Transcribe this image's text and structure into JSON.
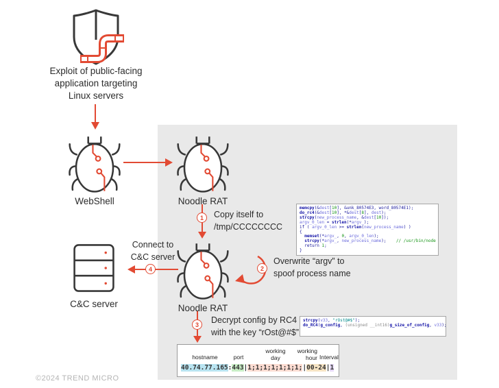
{
  "colors": {
    "accent_red": "#e24a33",
    "outline_dark": "#383838",
    "panel_gray": "#e9e9e9",
    "text_dark": "#2b2b2b",
    "footer_gray": "#b5b5b5",
    "highlight_blue": "#b9e4f1",
    "highlight_green": "#c9eec6",
    "highlight_pink": "#fcdcd2",
    "highlight_tan": "#f6e4c4",
    "highlight_purple": "#e6d9f6"
  },
  "icons": {
    "exploit": "shield-with-worm-icon",
    "webshell": "bug-icon",
    "noodle_rat": "bug-icon",
    "cnc_server": "server-icon"
  },
  "exploit": {
    "caption": "Exploit of public-facing\napplication targeting\nLinux servers"
  },
  "webshell": {
    "label": "WebShell"
  },
  "noodle1": {
    "label": "Noodle RAT"
  },
  "noodle2": {
    "label": "Noodle RAT"
  },
  "cnc": {
    "label": "C&C server"
  },
  "steps": {
    "step1": {
      "num": "1",
      "line1": "Copy itself to",
      "line2": "/tmp/CCCCCCCC"
    },
    "step2": {
      "num": "2",
      "line1": "Overwrite “argv” to",
      "line2": "spoof process name"
    },
    "step3": {
      "num": "3",
      "line1": "Decrypt config by RC4",
      "line2": "with the key “rOst@#$”"
    },
    "step4": {
      "num": "4",
      "line1": "Connect to",
      "line2": "C&C server"
    }
  },
  "code_block_1": {
    "lines": [
      [
        {
          "t": "memcpy",
          "c": "fn"
        },
        {
          "t": "(&",
          "c": "pl"
        },
        {
          "t": "dest",
          "c": "var"
        },
        {
          "t": "[",
          "c": "pl"
        },
        {
          "t": "10",
          "c": "num"
        },
        {
          "t": "], &unk_80574E3, word_80574E1);",
          "c": "pl"
        }
      ],
      [
        {
          "t": "do_rc4",
          "c": "fn"
        },
        {
          "t": "(&",
          "c": "pl"
        },
        {
          "t": "dest",
          "c": "var"
        },
        {
          "t": "[",
          "c": "pl"
        },
        {
          "t": "10",
          "c": "num"
        },
        {
          "t": "], *&",
          "c": "pl"
        },
        {
          "t": "dest",
          "c": "var"
        },
        {
          "t": "[",
          "c": "pl"
        },
        {
          "t": "8",
          "c": "num"
        },
        {
          "t": "], ",
          "c": "pl"
        },
        {
          "t": "dest",
          "c": "var"
        },
        {
          "t": ");",
          "c": "pl"
        }
      ],
      [
        {
          "t": "strcpy",
          "c": "fn"
        },
        {
          "t": "(",
          "c": "pl"
        },
        {
          "t": "new_process_name",
          "c": "var"
        },
        {
          "t": ", &",
          "c": "pl"
        },
        {
          "t": "dest",
          "c": "var"
        },
        {
          "t": "[",
          "c": "pl"
        },
        {
          "t": "10",
          "c": "num"
        },
        {
          "t": "]);",
          "c": "pl"
        }
      ],
      [
        {
          "t": "argv_0_len",
          "c": "var"
        },
        {
          "t": " = ",
          "c": "pl"
        },
        {
          "t": "strlen",
          "c": "fn"
        },
        {
          "t": "(*",
          "c": "pl"
        },
        {
          "t": "argv_",
          "c": "var"
        },
        {
          "t": ");",
          "c": "pl"
        }
      ],
      [
        {
          "t": "if ( ",
          "c": "pl"
        },
        {
          "t": "argv_0_len",
          "c": "var"
        },
        {
          "t": " >= ",
          "c": "pl"
        },
        {
          "t": "strlen",
          "c": "fn"
        },
        {
          "t": "(",
          "c": "pl"
        },
        {
          "t": "new_process_name",
          "c": "var"
        },
        {
          "t": ") )",
          "c": "pl"
        }
      ],
      [
        {
          "t": "{",
          "c": "pl"
        }
      ],
      [
        {
          "t": "  ",
          "c": "pl"
        },
        {
          "t": "memset",
          "c": "fn"
        },
        {
          "t": "(*",
          "c": "pl"
        },
        {
          "t": "argv_",
          "c": "var"
        },
        {
          "t": ", ",
          "c": "pl"
        },
        {
          "t": "0",
          "c": "num"
        },
        {
          "t": ", ",
          "c": "pl"
        },
        {
          "t": "argv_0_len",
          "c": "var"
        },
        {
          "t": ");",
          "c": "pl"
        }
      ],
      [
        {
          "t": "  ",
          "c": "pl"
        },
        {
          "t": "strcpy",
          "c": "fn"
        },
        {
          "t": "(*",
          "c": "pl"
        },
        {
          "t": "argv_",
          "c": "var"
        },
        {
          "t": ", ",
          "c": "pl"
        },
        {
          "t": "new_process_name",
          "c": "var"
        },
        {
          "t": ");",
          "c": "pl"
        },
        {
          "t": "    ",
          "c": "pl"
        },
        {
          "t": "// /usr/bin/node",
          "c": "com"
        }
      ],
      [
        {
          "t": "  return ",
          "c": "pl"
        },
        {
          "t": "1",
          "c": "num"
        },
        {
          "t": ";",
          "c": "pl"
        }
      ],
      [
        {
          "t": "}",
          "c": "pl"
        }
      ]
    ]
  },
  "code_block_2": {
    "lines": [
      [
        {
          "t": "strcpy",
          "c": "fn"
        },
        {
          "t": "(",
          "c": "pl"
        },
        {
          "t": "v33",
          "c": "var"
        },
        {
          "t": ", ",
          "c": "pl"
        },
        {
          "t": "\"rOst@#$\"",
          "c": "str"
        },
        {
          "t": ");",
          "c": "pl"
        }
      ],
      [
        {
          "t": "do_RC4",
          "c": "fn"
        },
        {
          "t": "(",
          "c": "pl"
        },
        {
          "t": "g_config",
          "c": "fn"
        },
        {
          "t": ", ",
          "c": "pl"
        },
        {
          "t": "(unsigned __int16)",
          "c": "cast"
        },
        {
          "t": "g_size_of_config",
          "c": "fn"
        },
        {
          "t": ", ",
          "c": "pl"
        },
        {
          "t": "v33",
          "c": "var"
        },
        {
          "t": ");",
          "c": "pl"
        }
      ]
    ]
  },
  "config_table": {
    "headers": [
      {
        "label": "hostname"
      },
      {
        "label": "port"
      },
      {
        "label": "working\nday"
      },
      {
        "label": "working\nhour"
      },
      {
        "label": "Interval"
      }
    ],
    "value": {
      "lines": [
        [
          {
            "t": "40.74.77.165",
            "c": "hl-blue"
          },
          {
            "t": ":",
            "c": "sep"
          },
          {
            "t": "443",
            "c": "hl-green"
          },
          {
            "t": "|",
            "c": "sep"
          },
          {
            "t": "1;1;1;1;1;1;1;",
            "c": "hl-pink"
          },
          {
            "t": "|",
            "c": "sep"
          },
          {
            "t": "00-24",
            "c": "hl-tan"
          },
          {
            "t": "|",
            "c": "sep"
          },
          {
            "t": "1",
            "c": "hl-purple"
          }
        ]
      ]
    }
  },
  "footer": {
    "copyright": "©2024 TREND MICRO"
  }
}
